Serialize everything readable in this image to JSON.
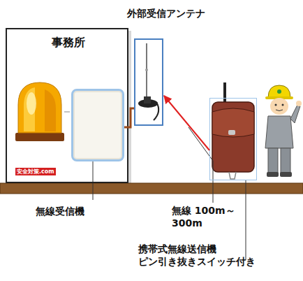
{
  "diagram": {
    "nodes": [
      {
        "text": [
          "事務所"
        ]
      },
      {
        "text": [
          "無線受信機"
        ],
        "in": 0
      },
      {
        "text": [
          "外部受信アンテナ"
        ]
      },
      {
        "text": [
          "携帯式無線送信機 ピン引き抜きスイッチ付き"
        ]
      }
    ],
    "edges": [
      {
        "from": 1,
        "to": 2,
        "arrow": "none"
      },
      {
        "from": 3,
        "to": 2,
        "arrow": "to",
        "label": "無線 100m～300m"
      }
    ],
    "labels": [
      "安全対策.com"
    ]
  }
}
